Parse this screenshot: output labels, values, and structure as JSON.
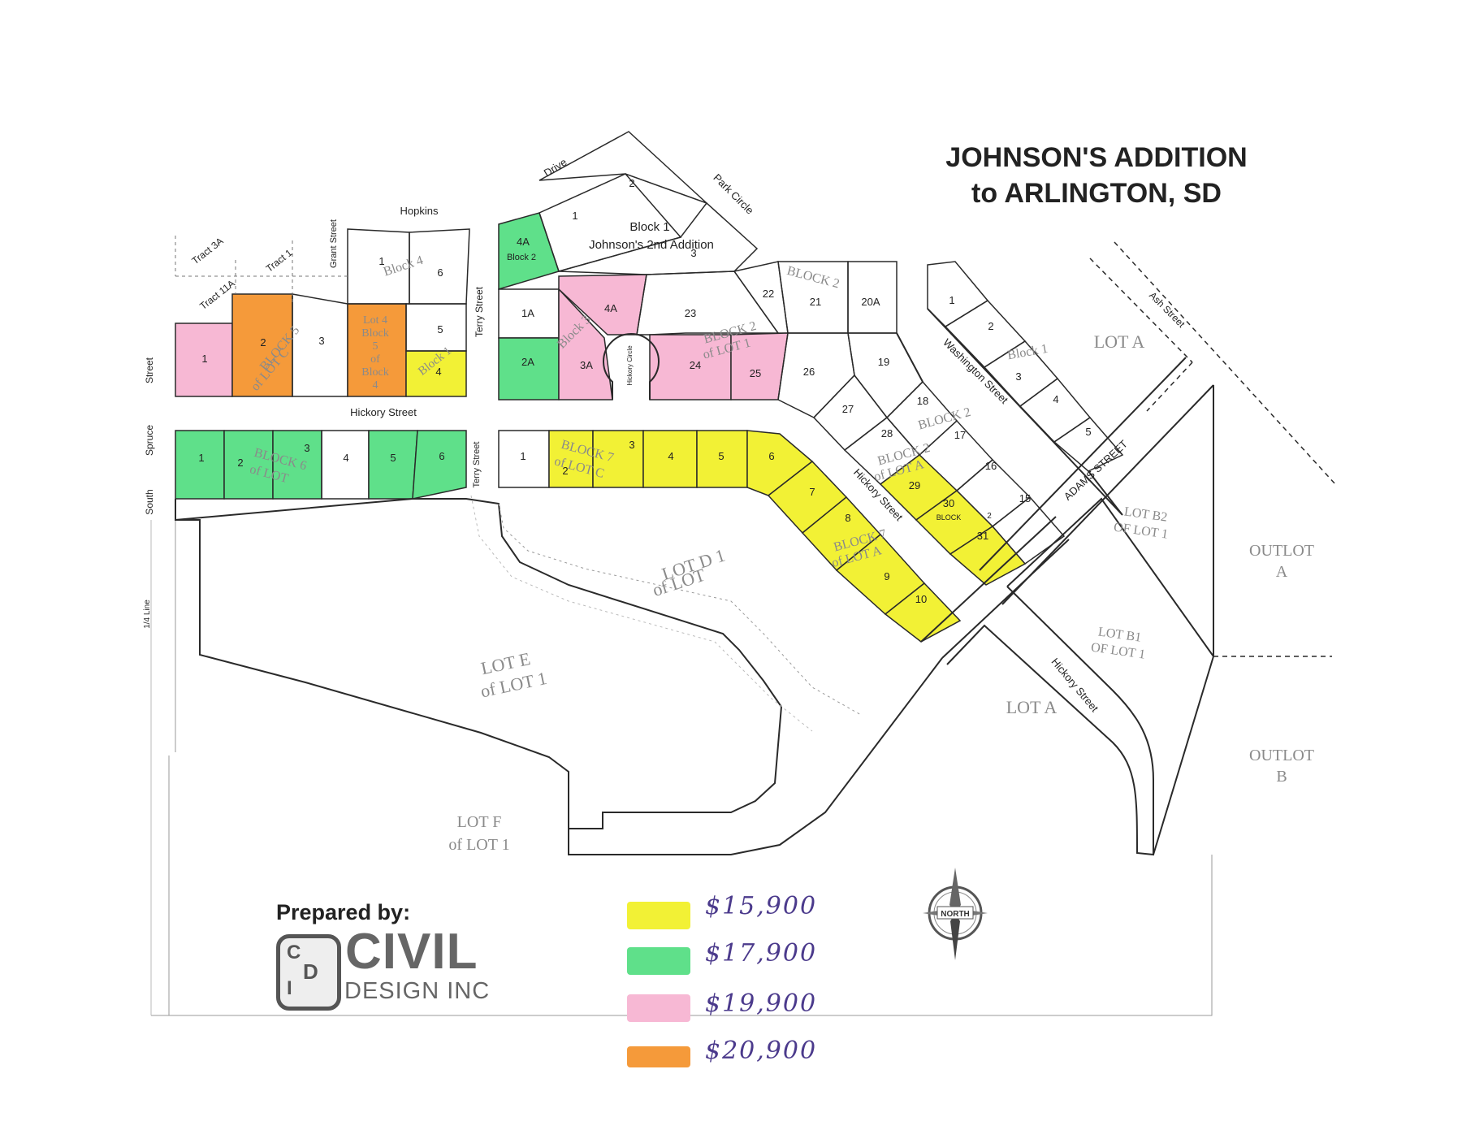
{
  "map": {
    "title": {
      "line1": "JOHNSON'S ADDITION",
      "line2": "to ARLINGTON, SD"
    },
    "colors": {
      "yellow": "#f2f135",
      "green": "#5fe08a",
      "pink": "#f7b8d4",
      "orange": "#f59a3a",
      "line": "#2a2a2a",
      "grey_text": "#8a8a8a",
      "check": "#3a5a30"
    },
    "legend": [
      {
        "color": "yellow",
        "price": "$15,900"
      },
      {
        "color": "green",
        "price": "$17,900"
      },
      {
        "color": "pink",
        "price": "$19,900"
      },
      {
        "color": "orange",
        "price": "$20,900"
      }
    ],
    "prepared_by": {
      "label": "Prepared by:",
      "logo_letters": [
        "C",
        "D",
        "I"
      ],
      "company": "CIVIL",
      "tagline": "DESIGN INC"
    },
    "north": "NORTH",
    "streets": {
      "hickory_upper": "Hickory Street",
      "hickory_diag": "Hickory Street",
      "hickory_lower": "Hickory Street",
      "terry_upper": "Terry Street",
      "terry_lower": "Terry Street",
      "street_left": "Street",
      "spruce": "Spruce",
      "south": "South",
      "quarter_line": "1/4 Line",
      "grant": "Grant Street",
      "hopkins": "Hopkins",
      "drive": "Drive",
      "park_circle": "Park Circle",
      "washington": "Washington Street",
      "ash": "Ash Street",
      "adams": "ADAMS STREET",
      "hickory_circle": "Hickory Circle"
    },
    "tracts": {
      "tract_3a": "Tract 3A",
      "tract_1": "Tract 1",
      "tract_11a": "Tract 11A"
    },
    "areas": {
      "lot_d": [
        "LOT D 1",
        "of LOT"
      ],
      "lot_e": [
        "LOT E",
        "of LOT 1"
      ],
      "lot_f": [
        "LOT F",
        "of LOT 1"
      ],
      "lot_a_upper": "LOT A",
      "lot_a_lower": "LOT A",
      "lot_b2": [
        "LOT B2",
        "OF LOT 1"
      ],
      "lot_b1": [
        "LOT B1",
        "OF LOT 1"
      ],
      "outlot_a": [
        "OUTLOT",
        "A"
      ],
      "outlot_b": [
        "OUTLOT",
        "B"
      ]
    },
    "block_notes": {
      "block1_2nd_a": "Block 1",
      "block1_2nd_b": "Johnson's 2nd Addition",
      "block2_small": "Block 2",
      "block_lot_c": [
        "BLOCK 5",
        "of LOT C"
      ],
      "lot4_block5": [
        "Lot 4",
        "Block",
        "5",
        "of",
        "Block",
        "4"
      ],
      "block4_upper": "Block 4",
      "block1_small": "Block 1",
      "block3": "Block 3",
      "block2_lot1": [
        "BLOCK 2",
        "of LOT 1"
      ],
      "block_2_top": "BLOCK 2",
      "block6": [
        "BLOCK 6",
        "of LOT"
      ],
      "block7_lot_c": [
        "BLOCK 7",
        "of LOT C"
      ],
      "block7_lot_a": [
        "BLOCK 7",
        "of LOT A"
      ],
      "block2_lot_a": [
        "BLOCK 2",
        "of LOT A"
      ],
      "block2_right": "BLOCK 2",
      "block1_right": "Block 1",
      "block_small": "BLOCK",
      "two_small": "2"
    },
    "lots": {
      "l1_upper": "1",
      "l2_upper": "2",
      "l3_upper": "3",
      "l4_upper": "4",
      "lh1": "1",
      "lh6": "6",
      "lh5": "5",
      "lh4": "4",
      "l4a_green": "4A",
      "l1a": "1A",
      "l2a": "2A",
      "l3a": "3A",
      "l4a_pink": "4A",
      "lp1": "1",
      "lp2": "2",
      "lp3": "3",
      "l23": "23",
      "l22": "22",
      "l21": "21",
      "l20a": "20A",
      "l24": "24",
      "l25": "25",
      "l26": "26",
      "l19": "19",
      "l27": "27",
      "l18": "18",
      "l28": "28",
      "l17": "17",
      "l16": "16",
      "l15": "15",
      "l29": "29",
      "l30": "30",
      "l31": "31",
      "lr1": "1",
      "lr2": "2",
      "lr3": "3",
      "lr4": "4",
      "lr5": "5",
      "ls1": "1",
      "ls2": "2",
      "ls3": "3",
      "ls4": "4",
      "ls5": "5",
      "ls6": "6",
      "lb1": "1",
      "lb2": "2",
      "lb3": "3",
      "lb4": "4",
      "lb5": "5",
      "lb6": "6",
      "lb7": "7",
      "lb8": "8",
      "lb9": "9",
      "lb10": "10"
    }
  }
}
